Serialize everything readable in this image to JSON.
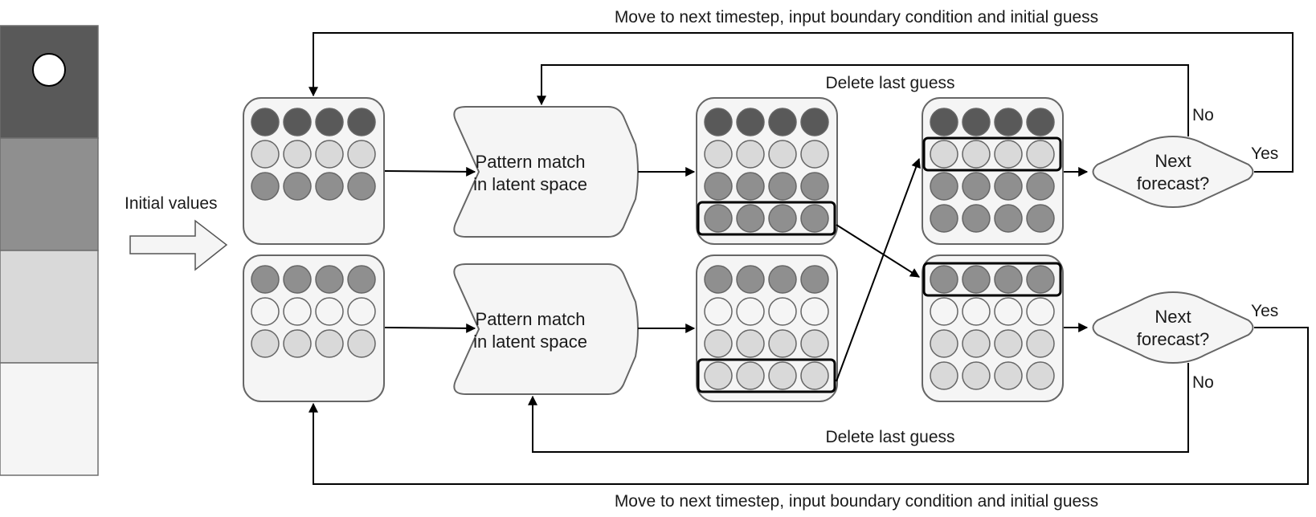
{
  "labels": {
    "top_loop": "Move to next timestep, input boundary condition and initial guess",
    "bottom_loop": "Move to next timestep, input boundary condition and initial guess",
    "delete_top": "Delete last guess",
    "delete_bottom": "Delete last guess",
    "initial_values": "Initial values",
    "process_line1": "Pattern match",
    "process_line2": "in latent space",
    "decision_line1": "Next",
    "decision_line2": "forecast?",
    "yes": "Yes",
    "no": "No"
  },
  "colors": {
    "shade_1": "#595959",
    "shade_2": "#8f8f8f",
    "shade_3": "#d9d9d9",
    "shade_4": "#f5f5f5",
    "box_fill": "#f5f5f5",
    "stroke": "#666666",
    "arrow": "#000000"
  },
  "grids": [
    {
      "name": "input-grid-top",
      "rows": [
        1,
        3,
        2
      ]
    },
    {
      "name": "input-grid-bottom",
      "rows": [
        2,
        4,
        3
      ]
    },
    {
      "name": "forecast-grid-top",
      "rows": [
        1,
        3,
        2,
        2
      ],
      "highlight_row": 4
    },
    {
      "name": "forecast-grid-bottom",
      "rows": [
        2,
        4,
        3,
        3
      ],
      "highlight_row": 4
    },
    {
      "name": "shifted-grid-top",
      "rows": [
        1,
        3,
        2,
        2
      ],
      "highlight_row": 2
    },
    {
      "name": "shifted-grid-bottom",
      "rows": [
        2,
        4,
        3,
        3
      ],
      "highlight_row": 1
    }
  ]
}
